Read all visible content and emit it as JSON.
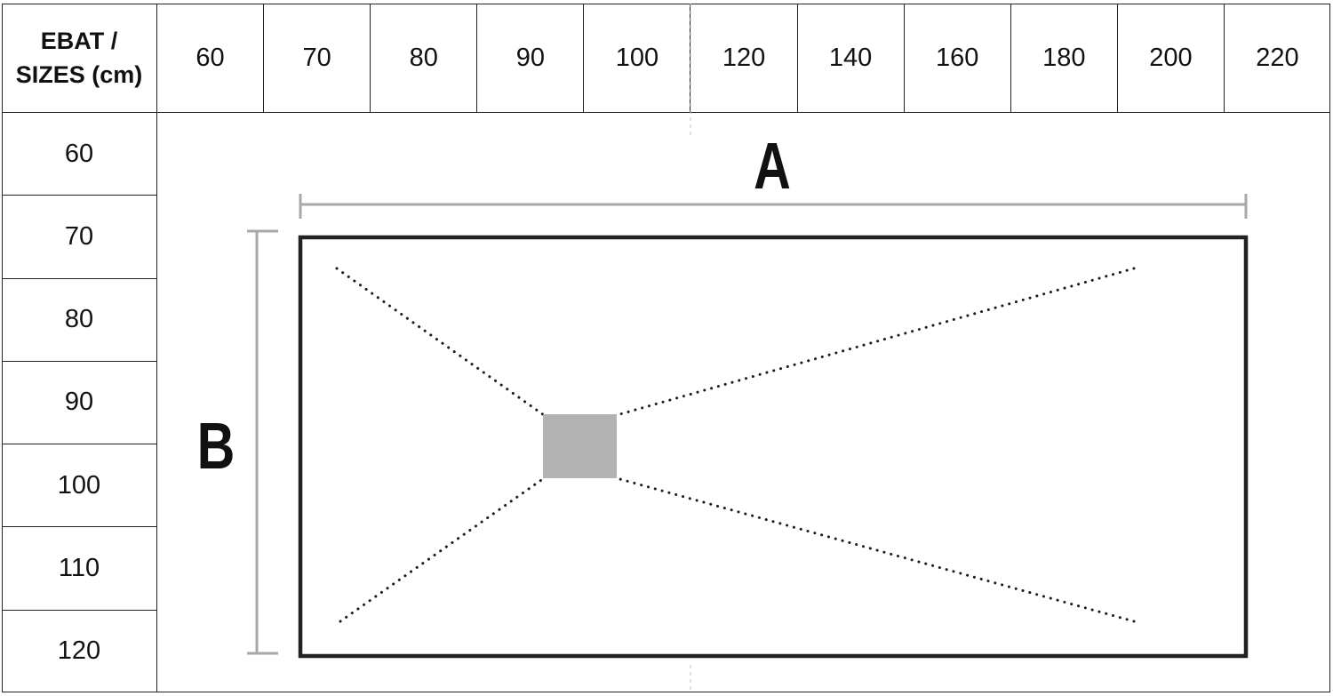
{
  "table": {
    "corner_line1": "EBAT /",
    "corner_line2": "SIZES (cm)",
    "widths": [
      "60",
      "70",
      "80",
      "90",
      "100",
      "120",
      "140",
      "160",
      "180",
      "200",
      "220"
    ],
    "lengths": [
      "60",
      "70",
      "80",
      "90",
      "100",
      "110",
      "120"
    ]
  },
  "diagram": {
    "label_a": "A",
    "label_b": "B",
    "colors": {
      "outline": "#222222",
      "dimension_line": "#a8a8a8",
      "drain": "#b3b3b3",
      "slope_dots": "#1a1a1a"
    }
  }
}
